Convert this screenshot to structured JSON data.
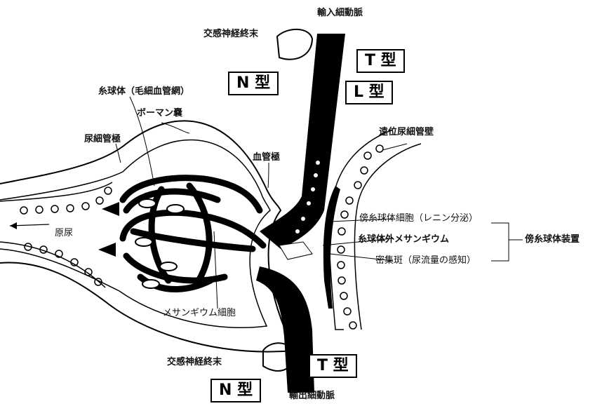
{
  "labels": {
    "afferent_arteriole": "輸入細動脈",
    "sympathetic_top": "交感神経終末",
    "sympathetic_bottom": "交感神経終末",
    "glomerulus": "糸球体（毛細血管網）",
    "bowman_capsule": "ボーマン嚢",
    "urinary_pole": "尿細管極",
    "vascular_pole": "血管極",
    "distal_tubule_wall": "遠位尿細管壁",
    "juxtaglomerular_cell": "傍糸球体細胞（レニン分泌）",
    "extraglomerular_mesangium": "糸球体外メサンギウム",
    "macula_densa": "密集斑（尿流量の感知）",
    "jga": "傍糸球体装置",
    "primary_urine": "原尿",
    "mesangial_cell": "メサンギウム細胞",
    "efferent_arteriole": "輸出細動脈"
  },
  "type_boxes": {
    "n_top": "N 型",
    "t_top": "T 型",
    "l_top": "L 型",
    "t_bottom": "T 型",
    "n_bottom": "N 型"
  }
}
